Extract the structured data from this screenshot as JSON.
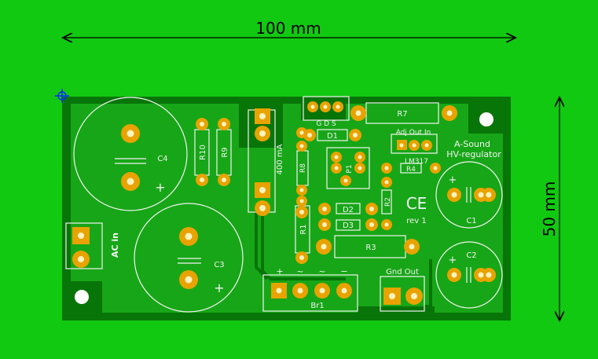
{
  "dimensions": {
    "width_label": "100 mm",
    "height_label": "50 mm"
  },
  "silkscreen": {
    "trimmer_pins": "G D S",
    "adj_out_in": "Adj Out In",
    "brand": "A-Sound",
    "product": "HV-regulator",
    "ic": "LM317",
    "ce_mark": "CE",
    "revision": "rev 1",
    "fuse_rating": "400 mA",
    "ac_in": "AC in",
    "gnd_out": "Gnd Out",
    "bridge_plus": "+",
    "bridge_ac1": "~",
    "bridge_ac2": "~",
    "bridge_minus": "−",
    "cap_plus": "+"
  },
  "components": {
    "c4": "C4",
    "c3": "C3",
    "c1": "C1",
    "c2": "C2",
    "r10": "R10",
    "r9": "R9",
    "r8": "R8",
    "r7": "R7",
    "r4": "R4",
    "r1": "R1",
    "r2": "R2",
    "r3": "R3",
    "d1": "D1",
    "d2": "D2",
    "d3": "D3",
    "p1": "P1",
    "br1": "Br1"
  },
  "colors": {
    "background": "#12C912",
    "board_edge": "#087508",
    "copper_pour": "#17A617",
    "silkscreen": "#F2F2F2",
    "pad": "#E8A300",
    "drill": "#FFF4C0",
    "dimension": "#000000"
  }
}
